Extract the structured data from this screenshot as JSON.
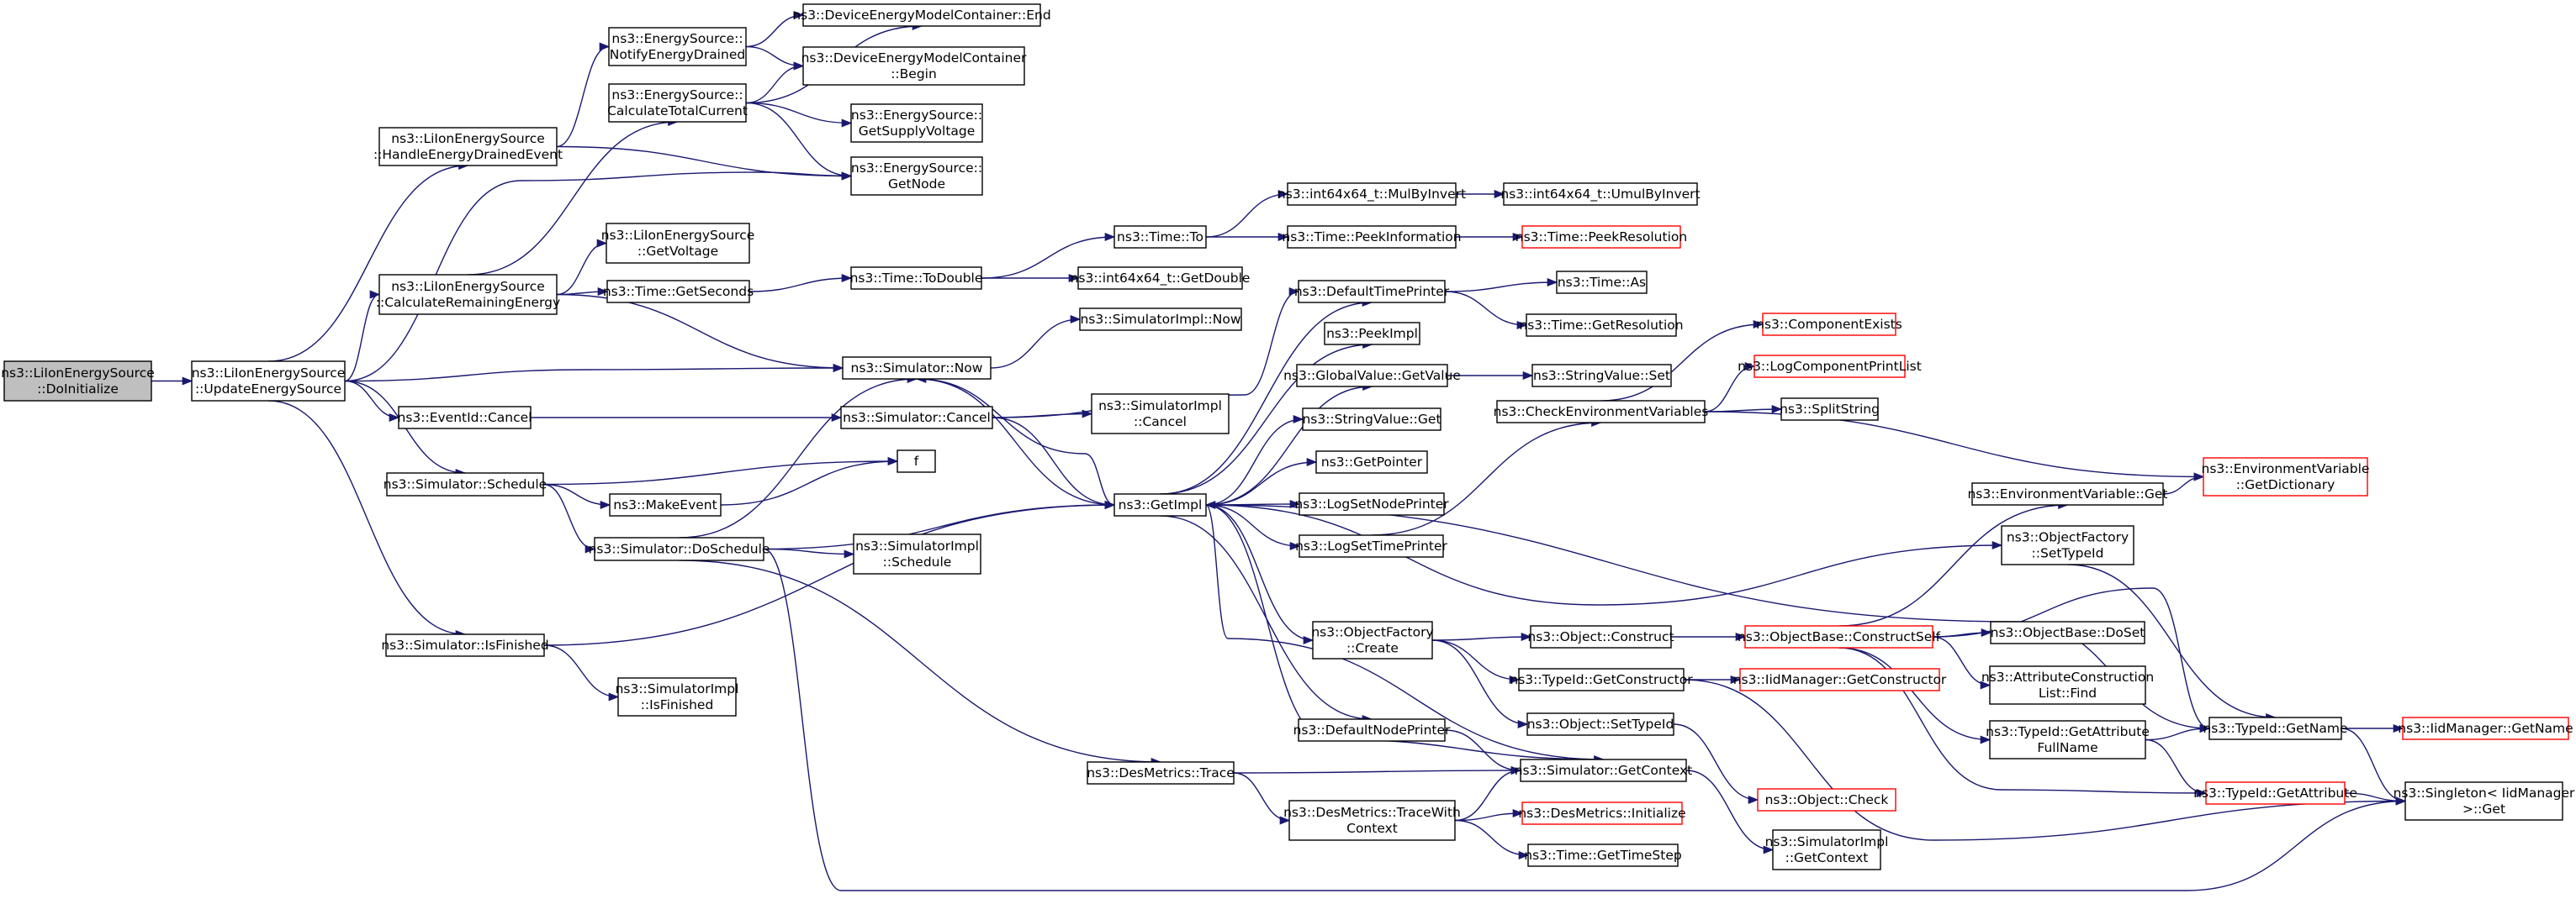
{
  "graph": {
    "title": "",
    "colors": {
      "edge": "#191970",
      "node_border": "#000000",
      "truncated_border": "#ff0000",
      "focus_fill": "#bfbfbf",
      "node_fill": "#ffffff"
    },
    "nodes": [
      {
        "id": "n0",
        "lines": [
          "ns3::LiIonEnergySource",
          "::DoInitialize"
        ],
        "focus": true
      },
      {
        "id": "n1",
        "lines": [
          "ns3::LiIonEnergySource",
          "::UpdateEnergySource"
        ]
      },
      {
        "id": "n2",
        "lines": [
          "ns3::LiIonEnergySource",
          "::HandleEnergyDrainedEvent"
        ]
      },
      {
        "id": "n3",
        "lines": [
          "ns3::LiIonEnergySource",
          "::CalculateRemainingEnergy"
        ]
      },
      {
        "id": "n4",
        "lines": [
          "ns3::EventId::Cancel"
        ]
      },
      {
        "id": "n5",
        "lines": [
          "ns3::Simulator::Schedule"
        ]
      },
      {
        "id": "n6",
        "lines": [
          "ns3::Simulator::DoSchedule"
        ]
      },
      {
        "id": "n7",
        "lines": [
          "ns3::Simulator::IsFinished"
        ]
      },
      {
        "id": "n8",
        "lines": [
          "ns3::EnergySource::",
          "NotifyEnergyDrained"
        ]
      },
      {
        "id": "n9",
        "lines": [
          "ns3::EnergySource::",
          "CalculateTotalCurrent"
        ]
      },
      {
        "id": "n10",
        "lines": [
          "ns3::LiIonEnergySource",
          "::GetVoltage"
        ]
      },
      {
        "id": "n11",
        "lines": [
          "ns3::Time::GetSeconds"
        ]
      },
      {
        "id": "n12",
        "lines": [
          "ns3::MakeEvent"
        ]
      },
      {
        "id": "n13",
        "lines": [
          "ns3::SimulatorImpl",
          "::IsFinished"
        ]
      },
      {
        "id": "n14",
        "lines": [
          "ns3::DeviceEnergyModelContainer::End"
        ]
      },
      {
        "id": "n15",
        "lines": [
          "ns3::DeviceEnergyModelContainer",
          "::Begin"
        ]
      },
      {
        "id": "n16",
        "lines": [
          "ns3::EnergySource::",
          "GetSupplyVoltage"
        ]
      },
      {
        "id": "n17",
        "lines": [
          "ns3::EnergySource::",
          "GetNode"
        ]
      },
      {
        "id": "n18",
        "lines": [
          "ns3::Time::ToDouble"
        ]
      },
      {
        "id": "n19",
        "lines": [
          "ns3::Simulator::Now"
        ]
      },
      {
        "id": "n20",
        "lines": [
          "ns3::Simulator::Cancel"
        ]
      },
      {
        "id": "n21",
        "lines": [
          "f"
        ]
      },
      {
        "id": "n22",
        "lines": [
          "ns3::SimulatorImpl",
          "::Schedule"
        ]
      },
      {
        "id": "n23",
        "lines": [
          "ns3::DesMetrics::Trace"
        ]
      },
      {
        "id": "n24",
        "lines": [
          "ns3::Time::To"
        ]
      },
      {
        "id": "n25",
        "lines": [
          "ns3::int64x64_t::GetDouble"
        ]
      },
      {
        "id": "n26",
        "lines": [
          "ns3::SimulatorImpl::Now"
        ]
      },
      {
        "id": "n27",
        "lines": [
          "ns3::SimulatorImpl",
          "::Cancel"
        ]
      },
      {
        "id": "n28",
        "lines": [
          "ns3::GetImpl"
        ]
      },
      {
        "id": "n29",
        "lines": [
          "ns3::DesMetrics::TraceWith",
          "Context"
        ]
      },
      {
        "id": "n30",
        "lines": [
          "ns3::int64x64_t::MulByInvert"
        ]
      },
      {
        "id": "n31",
        "lines": [
          "ns3::Time::PeekInformation"
        ]
      },
      {
        "id": "n32",
        "lines": [
          "ns3::DefaultTimePrinter"
        ]
      },
      {
        "id": "n33",
        "lines": [
          "ns3::PeekImpl"
        ]
      },
      {
        "id": "n34",
        "lines": [
          "ns3::GlobalValue::GetValue"
        ]
      },
      {
        "id": "n35",
        "lines": [
          "ns3::StringValue::Get"
        ]
      },
      {
        "id": "n36",
        "lines": [
          "ns3::GetPointer"
        ]
      },
      {
        "id": "n37",
        "lines": [
          "ns3::LogSetNodePrinter"
        ]
      },
      {
        "id": "n38",
        "lines": [
          "ns3::LogSetTimePrinter"
        ]
      },
      {
        "id": "n39",
        "lines": [
          "ns3::ObjectFactory",
          "::Create"
        ]
      },
      {
        "id": "n40",
        "lines": [
          "ns3::DefaultNodePrinter"
        ]
      },
      {
        "id": "n41",
        "lines": [
          "ns3::Simulator::GetContext"
        ]
      },
      {
        "id": "n42",
        "lines": [
          "ns3::DesMetrics::Initialize"
        ],
        "truncated": true
      },
      {
        "id": "n43",
        "lines": [
          "ns3::Time::GetTimeStep"
        ]
      },
      {
        "id": "n44",
        "lines": [
          "ns3::int64x64_t::UmulByInvert"
        ]
      },
      {
        "id": "n45",
        "lines": [
          "ns3::Time::PeekResolution"
        ],
        "truncated": true
      },
      {
        "id": "n46",
        "lines": [
          "ns3::Time::As"
        ]
      },
      {
        "id": "n47",
        "lines": [
          "ns3::Time::GetResolution"
        ]
      },
      {
        "id": "n48",
        "lines": [
          "ns3::StringValue::Set"
        ]
      },
      {
        "id": "n49",
        "lines": [
          "ns3::CheckEnvironmentVariables"
        ]
      },
      {
        "id": "n50",
        "lines": [
          "ns3::Object::Construct"
        ]
      },
      {
        "id": "n51",
        "lines": [
          "ns3::TypeId::GetConstructor"
        ]
      },
      {
        "id": "n52",
        "lines": [
          "ns3::Object::SetTypeId"
        ]
      },
      {
        "id": "n53",
        "lines": [
          "ns3::Object::Check"
        ],
        "truncated": true
      },
      {
        "id": "n54",
        "lines": [
          "ns3::SimulatorImpl",
          "::GetContext"
        ]
      },
      {
        "id": "n55",
        "lines": [
          "ns3::ComponentExists"
        ],
        "truncated": true
      },
      {
        "id": "n56",
        "lines": [
          "ns3::LogComponentPrintList"
        ],
        "truncated": true
      },
      {
        "id": "n57",
        "lines": [
          "ns3::SplitString"
        ]
      },
      {
        "id": "n58",
        "lines": [
          "ns3::ObjectBase::ConstructSelf"
        ],
        "truncated": true
      },
      {
        "id": "n59",
        "lines": [
          "ns3::IidManager::GetConstructor"
        ],
        "truncated": true
      },
      {
        "id": "n60",
        "lines": [
          "ns3::EnvironmentVariable::Get"
        ]
      },
      {
        "id": "n61",
        "lines": [
          "ns3::ObjectFactory",
          "::SetTypeId"
        ]
      },
      {
        "id": "n62",
        "lines": [
          "ns3::ObjectBase::DoSet"
        ]
      },
      {
        "id": "n63",
        "lines": [
          "ns3::AttributeConstruction",
          "List::Find"
        ]
      },
      {
        "id": "n64",
        "lines": [
          "ns3::TypeId::GetAttribute",
          "FullName"
        ]
      },
      {
        "id": "n65",
        "lines": [
          "ns3::TypeId::GetAttribute"
        ],
        "truncated": true
      },
      {
        "id": "n66",
        "lines": [
          "ns3::EnvironmentVariable",
          "::GetDictionary"
        ],
        "truncated": true
      },
      {
        "id": "n67",
        "lines": [
          "ns3::TypeId::GetName"
        ]
      },
      {
        "id": "n68",
        "lines": [
          "ns3::IidManager::GetName"
        ],
        "truncated": true
      },
      {
        "id": "n69",
        "lines": [
          "ns3::Singleton< IidManager",
          ">::Get"
        ]
      }
    ],
    "edges": [
      [
        "n0",
        "n1"
      ],
      [
        "n1",
        "n2"
      ],
      [
        "n1",
        "n3"
      ],
      [
        "n1",
        "n4"
      ],
      [
        "n1",
        "n5"
      ],
      [
        "n1",
        "n7"
      ],
      [
        "n1",
        "n17"
      ],
      [
        "n1",
        "n19"
      ],
      [
        "n2",
        "n8"
      ],
      [
        "n2",
        "n17"
      ],
      [
        "n3",
        "n9"
      ],
      [
        "n3",
        "n10"
      ],
      [
        "n3",
        "n11"
      ],
      [
        "n3",
        "n19"
      ],
      [
        "n8",
        "n14"
      ],
      [
        "n8",
        "n15"
      ],
      [
        "n9",
        "n14"
      ],
      [
        "n9",
        "n15"
      ],
      [
        "n9",
        "n16"
      ],
      [
        "n9",
        "n17"
      ],
      [
        "n11",
        "n18"
      ],
      [
        "n18",
        "n24"
      ],
      [
        "n18",
        "n25"
      ],
      [
        "n24",
        "n30"
      ],
      [
        "n24",
        "n31"
      ],
      [
        "n30",
        "n44"
      ],
      [
        "n31",
        "n45"
      ],
      [
        "n4",
        "n20"
      ],
      [
        "n20",
        "n27"
      ],
      [
        "n20",
        "n28"
      ],
      [
        "n20",
        "n32"
      ],
      [
        "n5",
        "n21"
      ],
      [
        "n5",
        "n12"
      ],
      [
        "n5",
        "n6"
      ],
      [
        "n12",
        "n21"
      ],
      [
        "n6",
        "n19"
      ],
      [
        "n6",
        "n28"
      ],
      [
        "n6",
        "n22"
      ],
      [
        "n6",
        "n23"
      ],
      [
        "n6",
        "n69"
      ],
      [
        "n7",
        "n28"
      ],
      [
        "n7",
        "n13"
      ],
      [
        "n19",
        "n26"
      ],
      [
        "n19",
        "n28"
      ],
      [
        "n28",
        "n19"
      ],
      [
        "n28",
        "n32"
      ],
      [
        "n28",
        "n33"
      ],
      [
        "n28",
        "n34"
      ],
      [
        "n28",
        "n35"
      ],
      [
        "n28",
        "n36"
      ],
      [
        "n28",
        "n37"
      ],
      [
        "n28",
        "n38"
      ],
      [
        "n28",
        "n61"
      ],
      [
        "n28",
        "n67"
      ],
      [
        "n28",
        "n39"
      ],
      [
        "n28",
        "n40"
      ],
      [
        "n28",
        "n41"
      ],
      [
        "n32",
        "n46"
      ],
      [
        "n32",
        "n47"
      ],
      [
        "n34",
        "n48"
      ],
      [
        "n38",
        "n49"
      ],
      [
        "n49",
        "n55"
      ],
      [
        "n49",
        "n56"
      ],
      [
        "n49",
        "n57"
      ],
      [
        "n49",
        "n66"
      ],
      [
        "n39",
        "n50"
      ],
      [
        "n39",
        "n51"
      ],
      [
        "n39",
        "n52"
      ],
      [
        "n40",
        "n41"
      ],
      [
        "n41",
        "n28"
      ],
      [
        "n41",
        "n54"
      ],
      [
        "n23",
        "n41"
      ],
      [
        "n23",
        "n29"
      ],
      [
        "n29",
        "n41"
      ],
      [
        "n29",
        "n42"
      ],
      [
        "n29",
        "n43"
      ],
      [
        "n50",
        "n58"
      ],
      [
        "n51",
        "n59"
      ],
      [
        "n51",
        "n69"
      ],
      [
        "n52",
        "n53"
      ],
      [
        "n58",
        "n60"
      ],
      [
        "n58",
        "n62"
      ],
      [
        "n58",
        "n63"
      ],
      [
        "n58",
        "n64"
      ],
      [
        "n58",
        "n65"
      ],
      [
        "n58",
        "n67"
      ],
      [
        "n60",
        "n66"
      ],
      [
        "n61",
        "n67"
      ],
      [
        "n64",
        "n67"
      ],
      [
        "n64",
        "n65"
      ],
      [
        "n65",
        "n69"
      ],
      [
        "n67",
        "n68"
      ],
      [
        "n67",
        "n69"
      ]
    ]
  }
}
